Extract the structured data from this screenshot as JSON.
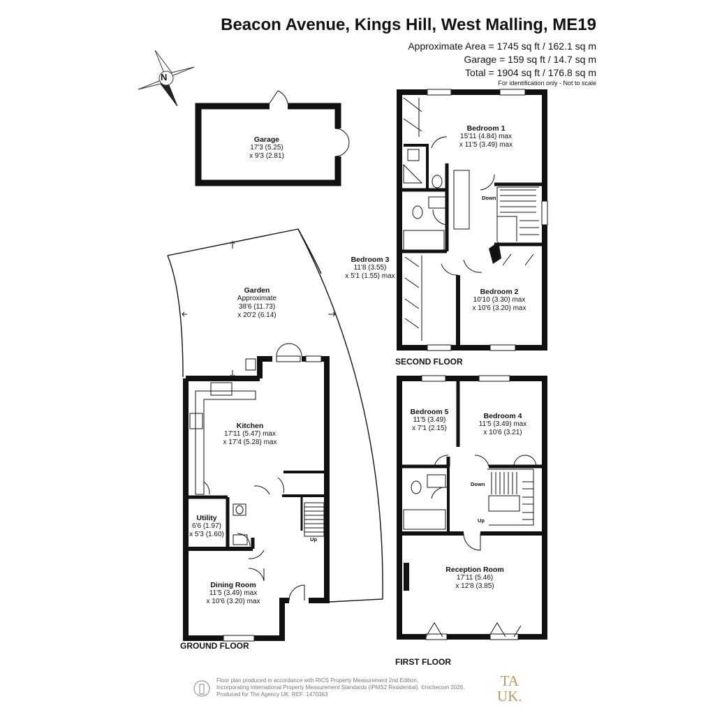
{
  "header": {
    "title": "Beacon Avenue, Kings Hill, West Malling, ME19",
    "area_lines": [
      "Approximate Area = 1745 sq ft / 162.1 sq m",
      "Garage = 159 sq ft / 14.7 sq m",
      "Total = 1904 sq ft / 176.8 sq m"
    ],
    "disclaimer": "For identification only - Not to scale"
  },
  "compass": {
    "label": "N"
  },
  "rooms": {
    "garage": {
      "name": "Garage",
      "dim1": "17'3 (5.25)",
      "dim2": "x 9'3 (2.81)"
    },
    "garden": {
      "name": "Garden",
      "dim1": "Approximate",
      "dim2": "38'6 (11.73)",
      "dim3": "x 20'2 (6.14)"
    },
    "kitchen": {
      "name": "Kitchen",
      "dim1": "17'11 (5.47)  max",
      "dim2": "x 17'4 (5.28) max"
    },
    "utility": {
      "name": "Utility",
      "dim1": "6'6 (1.97)",
      "dim2": "x 5'3 (1.60)"
    },
    "dining": {
      "name": "Dining Room",
      "dim1": "11'5 (3.49) max",
      "dim2": "x 10'6 (3.20) max"
    },
    "bedroom1": {
      "name": "Bedroom 1",
      "dim1": "15'11 (4.84) max",
      "dim2": "x 11'5 (3.49) max"
    },
    "bedroom2": {
      "name": "Bedroom 2",
      "dim1": "10'10 (3.30) max",
      "dim2": "x 10'6 (3.20) max"
    },
    "bedroom3": {
      "name": "Bedroom 3",
      "dim1": "11'8 (3.55)",
      "dim2": "x 5'1 (1.55) max"
    },
    "bedroom4": {
      "name": "Bedroom 4",
      "dim1": "11'5 (3.49) max",
      "dim2": "x 10'6 (3.21)"
    },
    "bedroom5": {
      "name": "Bedroom 5",
      "dim1": "11'5 (3.49)",
      "dim2": "x 7'1 (2.15)"
    },
    "reception": {
      "name": "Reception Room",
      "dim1": "17'11 (5.46)",
      "dim2": "x 12'8 (3.85)"
    }
  },
  "stairs": {
    "ground_up": "Up",
    "first_down": "Down",
    "first_up": "Up",
    "second_down": "Down"
  },
  "floors": {
    "ground": "GROUND FLOOR",
    "first": "FIRST FLOOR",
    "second": "SECOND FLOOR"
  },
  "footer": {
    "lines": [
      "Floor plan produced in accordance with RICS Property Measurement 2nd Edition,",
      "Incorporating International Property Measurement Standards (IPMS2 Residential).  ©nichecom 2026.",
      "Produced for The Agency UK.   REF:  1470363"
    ],
    "brand_top": "TA",
    "brand_bottom": "UK."
  }
}
